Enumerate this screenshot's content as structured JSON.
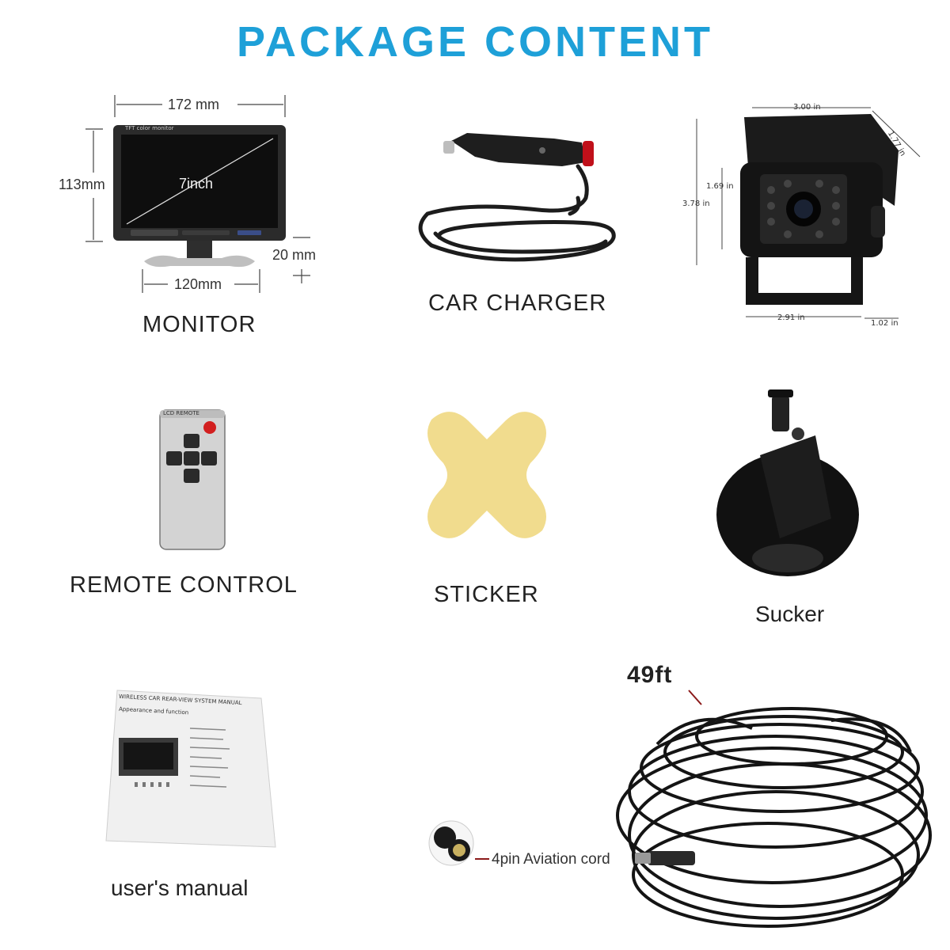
{
  "header": {
    "title": "PACKAGE CONTENT",
    "title_color": "#1ea0d8"
  },
  "monitor": {
    "label": "MONITOR",
    "screen_brand": "TFT color monitor",
    "width": "172 mm",
    "height": "113mm",
    "diagonal": "7inch",
    "stand_height": "20 mm",
    "base_width": "120mm"
  },
  "car_charger": {
    "label": "CAR CHARGER"
  },
  "camera": {
    "width": "3.00 in",
    "depth_top": "1.77 in",
    "lens_height": "1.69 in",
    "height": "3.78 in",
    "base_width": "2.91 in",
    "base_depth": "1.02 in"
  },
  "remote": {
    "label": "REMOTE CONTROL",
    "header": "LCD REMOTE"
  },
  "sticker": {
    "label": "STICKER",
    "color": "#f1dc8e"
  },
  "sucker": {
    "label": "Sucker"
  },
  "manual": {
    "label": "user's manual",
    "doc_title": "WIRELESS CAR REAR-VIEW SYSTEM MANUAL",
    "doc_subtitle": "Appearance and function"
  },
  "cable": {
    "length": "49ft",
    "connector_label": "4pin Aviation cord"
  }
}
